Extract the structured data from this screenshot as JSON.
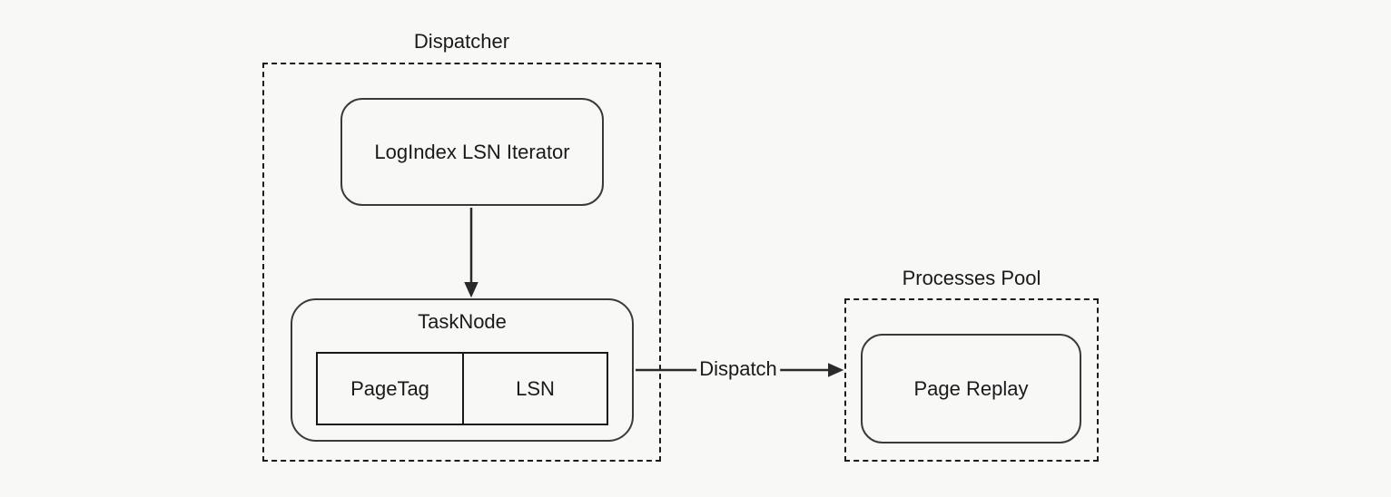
{
  "diagram": {
    "colors": {
      "background": "#f8f8f6",
      "dashed_border": "#1c1c1c",
      "node_border": "#3a3a3a",
      "table_border": "#181818",
      "text": "#1a1a1a",
      "arrow": "#2a2a2a"
    },
    "groups": {
      "dispatcher": {
        "label": "Dispatcher"
      },
      "processes_pool": {
        "label": "Processes Pool"
      }
    },
    "nodes": {
      "iterator": {
        "label": "LogIndex LSN Iterator"
      },
      "tasknode": {
        "label": "TaskNode",
        "cells": [
          "PageTag",
          "LSN"
        ]
      },
      "page_replay": {
        "label": "Page Replay"
      }
    },
    "edges": {
      "iterator_to_tasknode": {
        "label": ""
      },
      "dispatch": {
        "label": "Dispatch"
      }
    }
  }
}
